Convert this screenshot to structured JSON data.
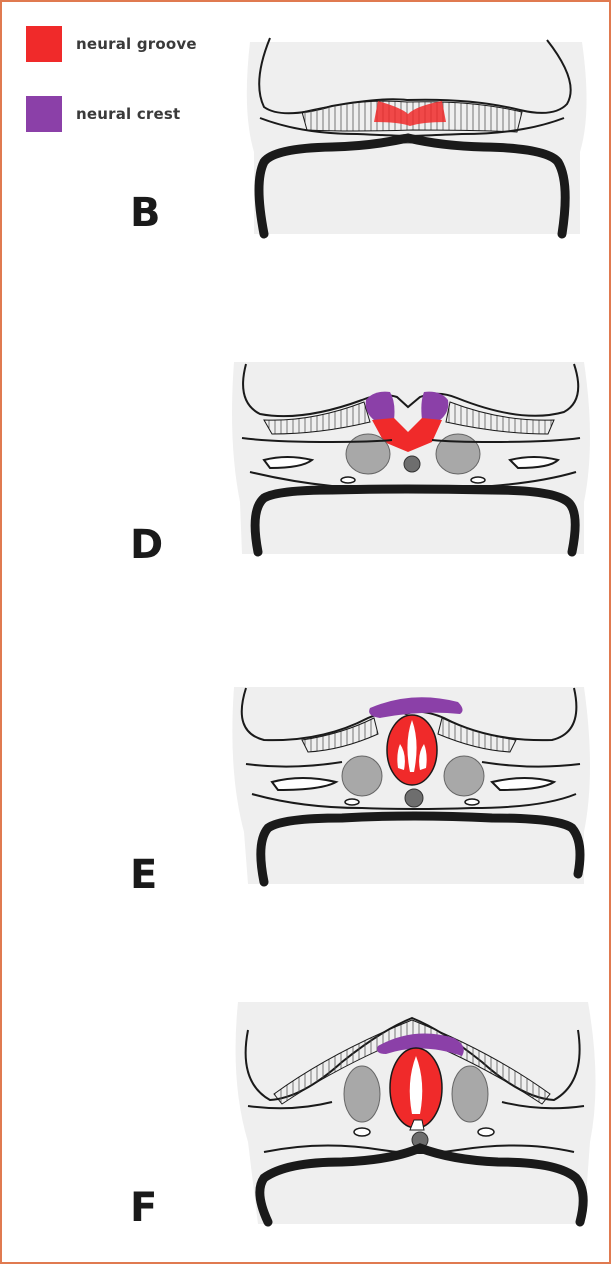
{
  "legend": {
    "items": [
      {
        "label": "neural groove",
        "color": "#f02a2a"
      },
      {
        "label": "neural crest",
        "color": "#8b40a8"
      }
    ]
  },
  "stages": [
    {
      "label": "B"
    },
    {
      "label": "D"
    },
    {
      "label": "E"
    },
    {
      "label": "F"
    }
  ],
  "colors": {
    "frame": "#e07a50",
    "outline": "#1a1a1a",
    "tissue": "#ececec",
    "somite": "#a8a8a8",
    "notochord": "#6e6e6e"
  }
}
